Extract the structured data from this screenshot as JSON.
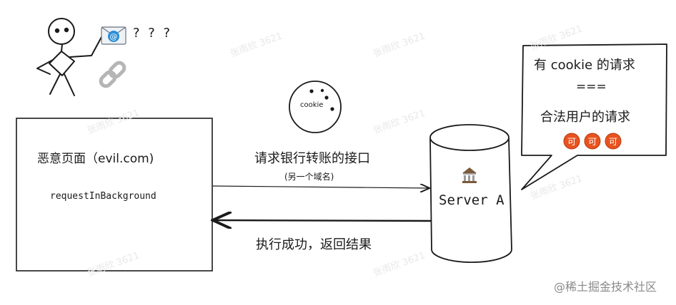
{
  "evil_page": {
    "title": "恶意页面（evil.com)",
    "code": "requestInBackground"
  },
  "request_arrow": {
    "label": "请求银行转账的接口",
    "sublabel": "(另一个域名)"
  },
  "response_arrow": {
    "label": "执行成功，返回结果"
  },
  "server": {
    "label": "Server A",
    "icon": "bank-icon"
  },
  "cookie": {
    "label": "cookie"
  },
  "speech_bubble": {
    "line1": "有 cookie 的请求",
    "line2": "===",
    "line3": "合法用户的请求",
    "badges": [
      "可",
      "可",
      "可"
    ],
    "badge_color": "#e8531f"
  },
  "user": {
    "question": "? ? ?",
    "mail_icon": "email-at-icon",
    "link_icon": "chain-link-icon"
  },
  "footer": {
    "credit": "@稀土掘金技术社区"
  },
  "watermark": {
    "text": "张雨欣 3621"
  }
}
